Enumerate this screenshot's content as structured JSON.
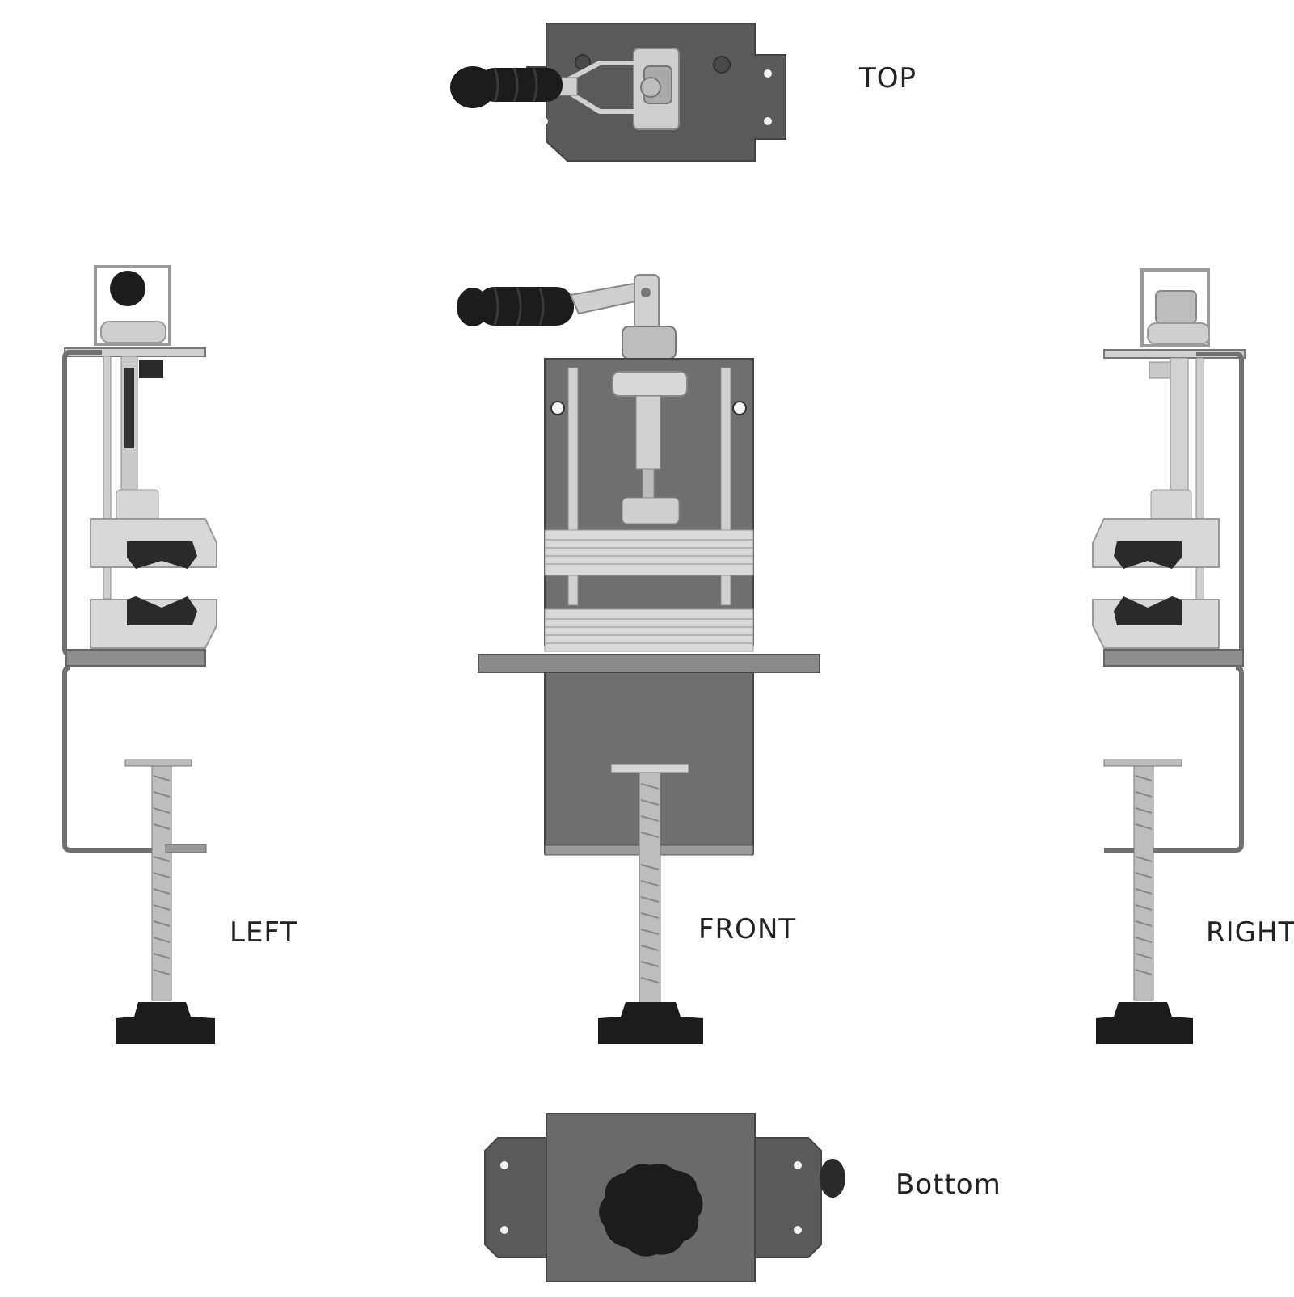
{
  "labels": {
    "top": "TOP",
    "left": "LEFT",
    "front": "FRONT",
    "right": "RIGHT",
    "bottom": "Bottom"
  },
  "colors": {
    "plate_dark": "#5a5a5a",
    "plate_mid": "#6f6f6f",
    "metal_light": "#d9d9d9",
    "metal_mid": "#b9b9b9",
    "handle_black": "#1c1c1c",
    "frame_outline": "#707070"
  }
}
